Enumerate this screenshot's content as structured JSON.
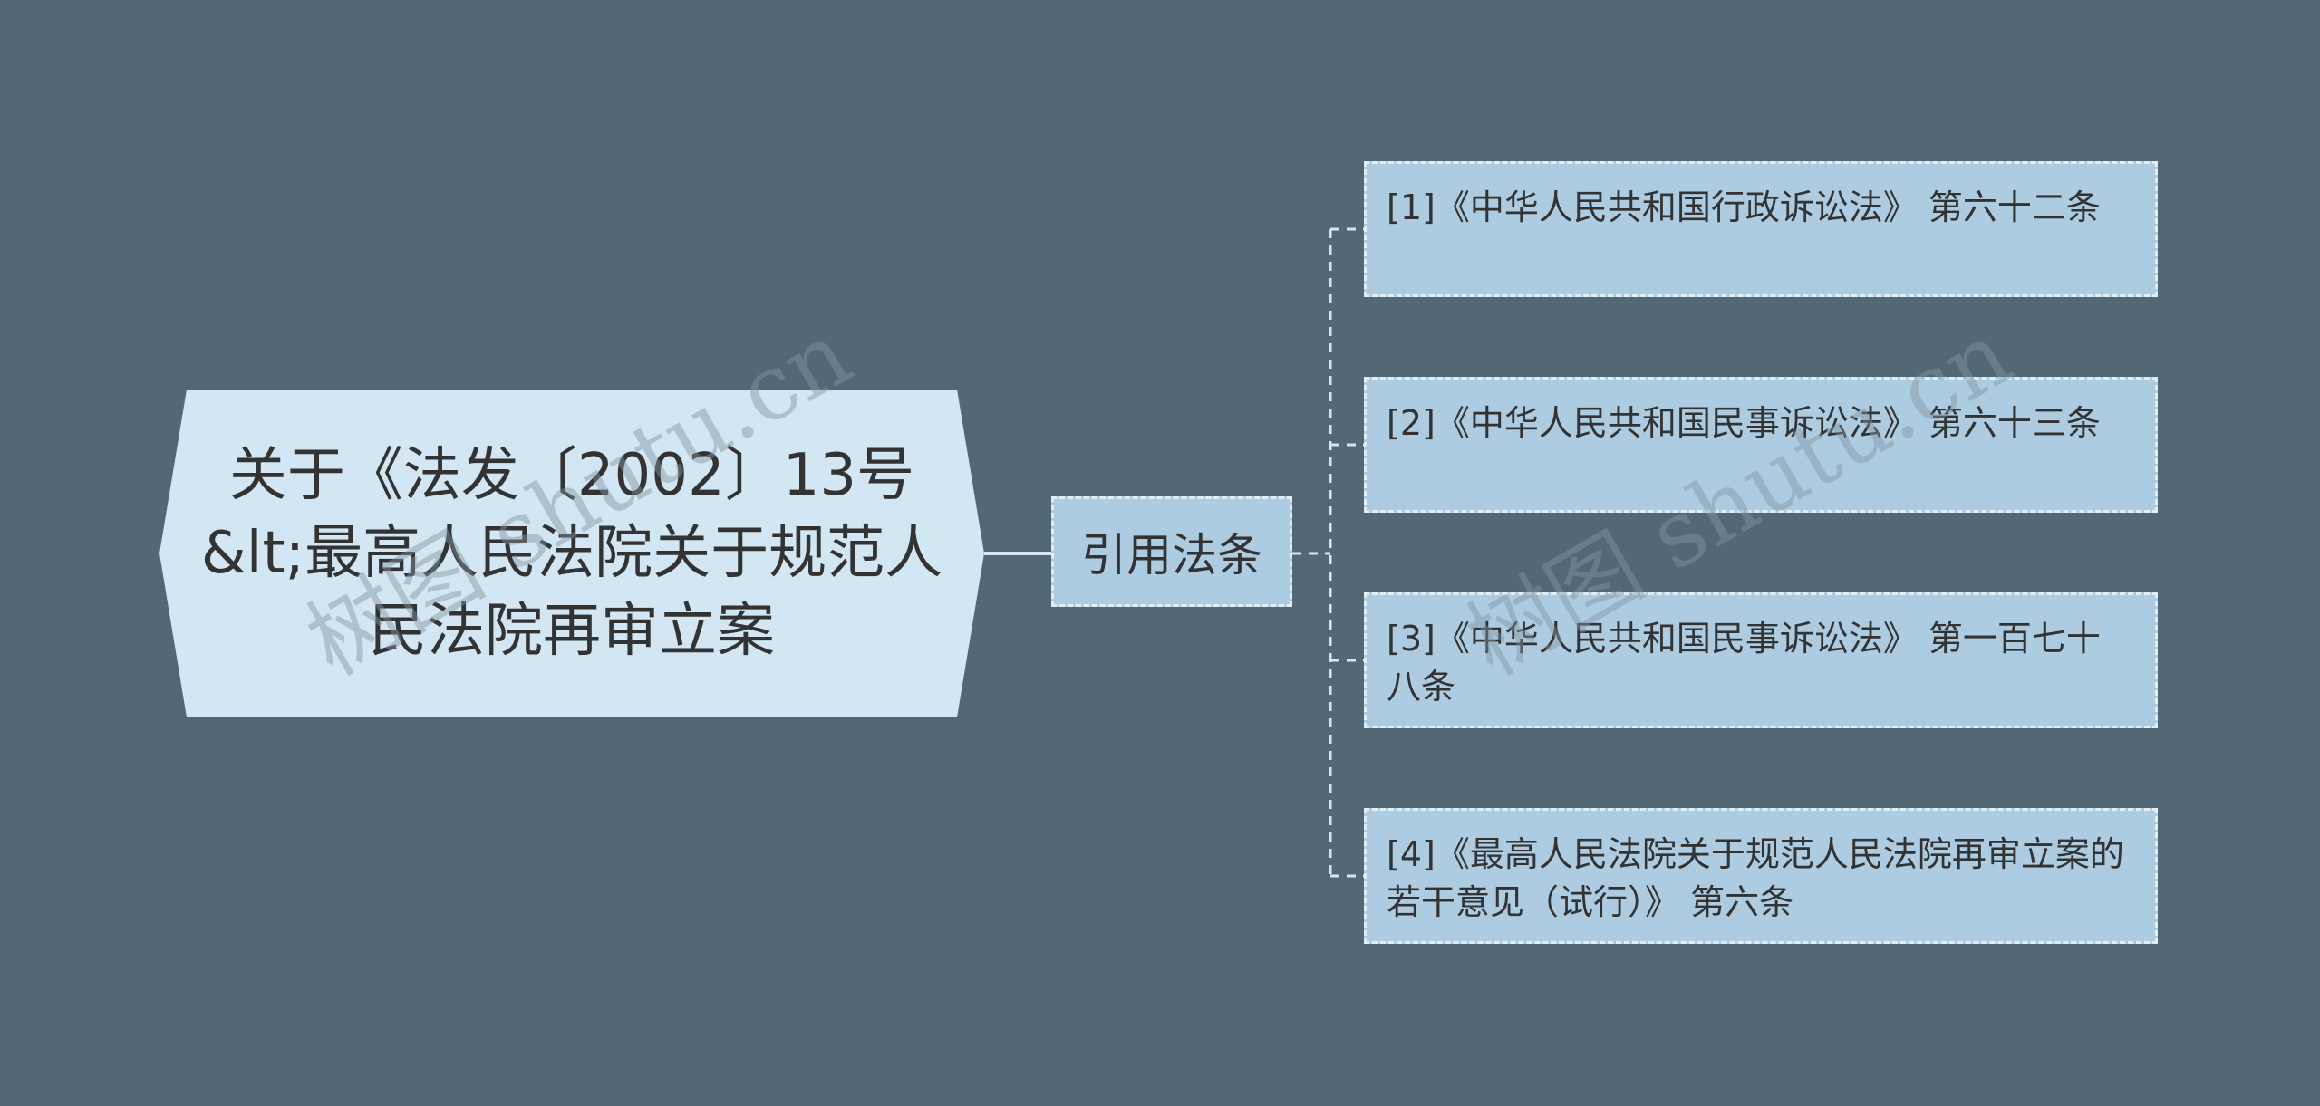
{
  "diagram": {
    "root": {
      "label": "关于《法发〔2002〕13号&lt;最高人民法院关于规范人民法院再审立案"
    },
    "branch": {
      "label": "引用法条"
    },
    "leaves": [
      {
        "label": "[1]《中华人民共和国行政诉讼法》 第六十二条"
      },
      {
        "label": "[2]《中华人民共和国民事诉讼法》 第六十三条"
      },
      {
        "label": "[3]《中华人民共和国民事诉讼法》 第一百七十八条"
      },
      {
        "label": "[4]《最高人民法院关于规范人民法院再审立案的若干意见（试行）》 第六条"
      }
    ]
  },
  "watermark": {
    "text": "树图 shutu.cn"
  },
  "colors": {
    "background": "#536877",
    "root_fill": "#d2e7f3",
    "node_fill": "#adcce2",
    "border_dashed": "#e2eef6",
    "text": "#333333"
  }
}
